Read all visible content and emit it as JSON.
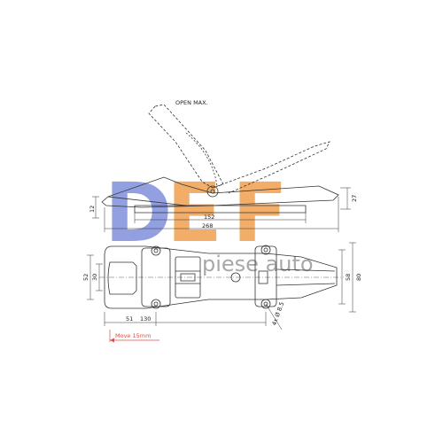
{
  "labels": {
    "open_max": "OPEN MAX."
  },
  "dimensions": {
    "d12": "12",
    "d152": "152",
    "d268": "268",
    "d27": "27",
    "d52": "52",
    "d30": "30",
    "d58": "58",
    "d80": "80",
    "d51": "51",
    "d130": "130",
    "hole": "4x Ø 8.5",
    "move": "Move 15mm"
  },
  "watermark": {
    "logo": "DEF",
    "tagline": "piese auto"
  },
  "colors": {
    "line": "#333333",
    "move_note": "#d9534f",
    "logo_d": "#7f8fdc",
    "logo_e": "#f0a050",
    "logo_f": "#f0a050",
    "tagline": "#9a9a9a"
  }
}
